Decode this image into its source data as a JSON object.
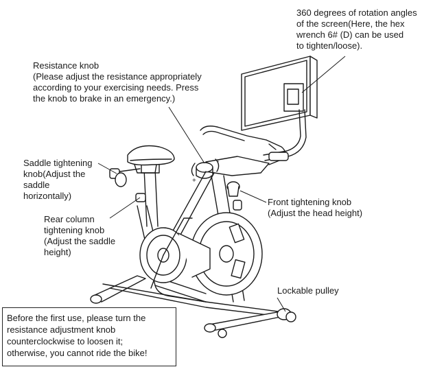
{
  "callouts": {
    "screen_rotation": "360 degrees of rotation angles\nof the screen(Here, the hex\nwrench 6# (D) can be used\nto tighten/loose).",
    "resistance_knob": "Resistance knob\n(Please adjust the resistance appropriately\naccording to your exercising needs. Press\nthe knob to brake in an emergency.)",
    "saddle_tightening_knob": "Saddle tightening\nknob(Adjust the\nsaddle\nhorizontally)",
    "rear_column_knob": "Rear column\ntightening knob\n(Adjust the saddle\nheight)",
    "front_tightening_knob": "Front tightening knob\n(Adjust the head height)",
    "lockable_pulley": "Lockable pulley"
  },
  "warning": "Before the first use, please turn the\nresistance adjustment knob\ncounterclockwise to loosen it;\notherwise, you cannot ride the bike!",
  "colors": {
    "line": "#1a1a1a",
    "background": "#ffffff"
  }
}
